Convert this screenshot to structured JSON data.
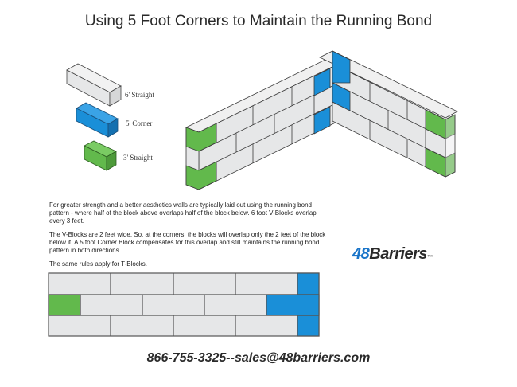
{
  "title": "Using 5 Foot Corners to Maintain the Running Bond",
  "legend": [
    {
      "label": "6' Straight",
      "color": "#e6e7e8"
    },
    {
      "label": "5' Corner",
      "color": "#1a8fd8"
    },
    {
      "label": "3' Straight",
      "color": "#62b94c"
    }
  ],
  "paragraphs": [
    "For greater strength and a better aesthetics walls are typically laid out using the running bond pattern - where half of the block above overlaps half of the block below.  6 foot V-Blocks overlap every 3 feet.",
    "The V-Blocks are 2 feet wide. So, at the corners, the blocks will overlap only the 2 feet of the block below it.  A 5 foot Corner Block compensates for this overlap and still maintains the running bond pattern in both directions.",
    "The same rules apply for T-Blocks."
  ],
  "logo": {
    "num": "48",
    "word": "Barriers",
    "tm": "™"
  },
  "contact": "866-755-3325--sales@48barriers.com",
  "colors": {
    "gray": "#e6e7e8",
    "blue": "#1a8fd8",
    "green": "#62b94c",
    "line": "#3a3a3a"
  }
}
